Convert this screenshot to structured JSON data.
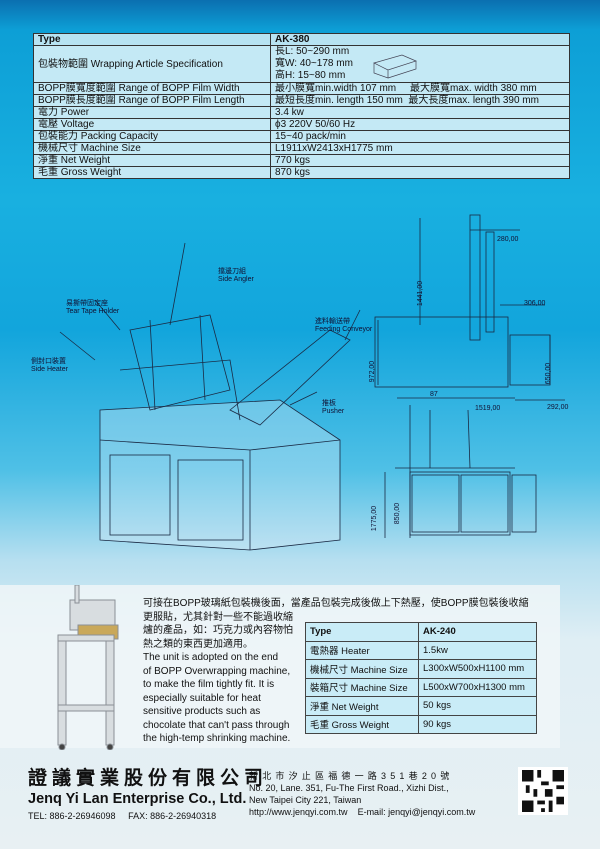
{
  "spec_table": {
    "header": {
      "label": "Type",
      "value": "AK-380"
    },
    "wrapping": {
      "label": "包裝物範圍 Wrapping Article Specification",
      "lines": [
        "長L: 50~290 mm",
        "寬W: 40~178 mm",
        "高H: 15~80 mm"
      ]
    },
    "rows": [
      {
        "label": "BOPP膜寬度範圍 Range of BOPP Film Width",
        "value": "最小膜寬min.width 107 mm     最大膜寬max. width 380 mm"
      },
      {
        "label": "BOPP膜長度範圍 Range of BOPP Film Length",
        "value": "最短長度min. length 150 mm  最大長度max. length 390 mm"
      },
      {
        "label": "電力 Power",
        "value": "3.4 kw"
      },
      {
        "label": "電壓 Voltage",
        "value": "ϕ3 220V 50/60 Hz"
      },
      {
        "label": "包裝能力 Packing Capacity",
        "value": "15~40 pack/min"
      },
      {
        "label": "機械尺寸 Machine Size",
        "value": "L1911xW2413xH1775 mm"
      },
      {
        "label": "淨重 Net Weight",
        "value": "770 kgs"
      },
      {
        "label": "毛重 Gross Weight",
        "value": "870 kgs"
      }
    ]
  },
  "diagram": {
    "labels": [
      {
        "cn": "擋邊刀組",
        "en": "Side Angler"
      },
      {
        "cn": "易撕帶固定座",
        "en": "Tear Tape Holder"
      },
      {
        "cn": "進料輸送帶",
        "en": "Feeding Conveyor"
      },
      {
        "cn": "側封口裝置",
        "en": "Side Heater"
      },
      {
        "cn": "推板",
        "en": "Pusher"
      }
    ],
    "dimensions": [
      "280,00",
      "1441,00",
      "306,00",
      "972,00",
      "650,00",
      "1519,00",
      "292,00",
      "87",
      "1775,00",
      "850,00"
    ]
  },
  "shrinker": {
    "desc_cn_line1": "可接在BOPP玻璃紙包裝機後面，當產品包裝完成後做上下熱壓，使BOPP膜包裝後收縮",
    "desc_cn_rest": [
      "更服貼，尤其針對一些不能過收縮",
      "爐的產品，如：巧克力或內容物怕",
      "熱之類的東西更加適用。"
    ],
    "desc_en": [
      "The unit is adopted on the end",
      "of BOPP Overwrapping machine,",
      "to make the film tightly fit. It is",
      "especially suitable for heat",
      "sensitive products such as",
      "chocolate that can't pass through",
      "the high-temp shrinking machine."
    ],
    "table": [
      {
        "label": "Type",
        "value": "AK-240"
      },
      {
        "label": "電熱器 Heater",
        "value": "1.5kw"
      },
      {
        "label": "機械尺寸 Machine Size",
        "value": "L300xW500xH1100 mm"
      },
      {
        "label": "裝箱尺寸 Machine Size",
        "value": "L500xW700xH1300 mm"
      },
      {
        "label": "淨重 Net Weight",
        "value": "50 kgs"
      },
      {
        "label": "毛重 Gross Weight",
        "value": "90 kgs"
      }
    ]
  },
  "footer": {
    "company_cn": "證議實業股份有限公司",
    "company_en": "Jenq Yi Lan Enterprise Co., Ltd.",
    "tel": "TEL: 886-2-26946098",
    "fax": "FAX: 886-2-26940318",
    "address_cn": "新北市汐止區福德一路351巷20號",
    "address_en1": "No. 20, Lane. 351, Fu-The First Road., Xizhi Dist.,",
    "address_en2": "New Taipei City 221, Taiwan",
    "website": "http://www.jenqyi.com.tw",
    "email": "E-mail: jenqyi@jenqyi.com.tw"
  }
}
